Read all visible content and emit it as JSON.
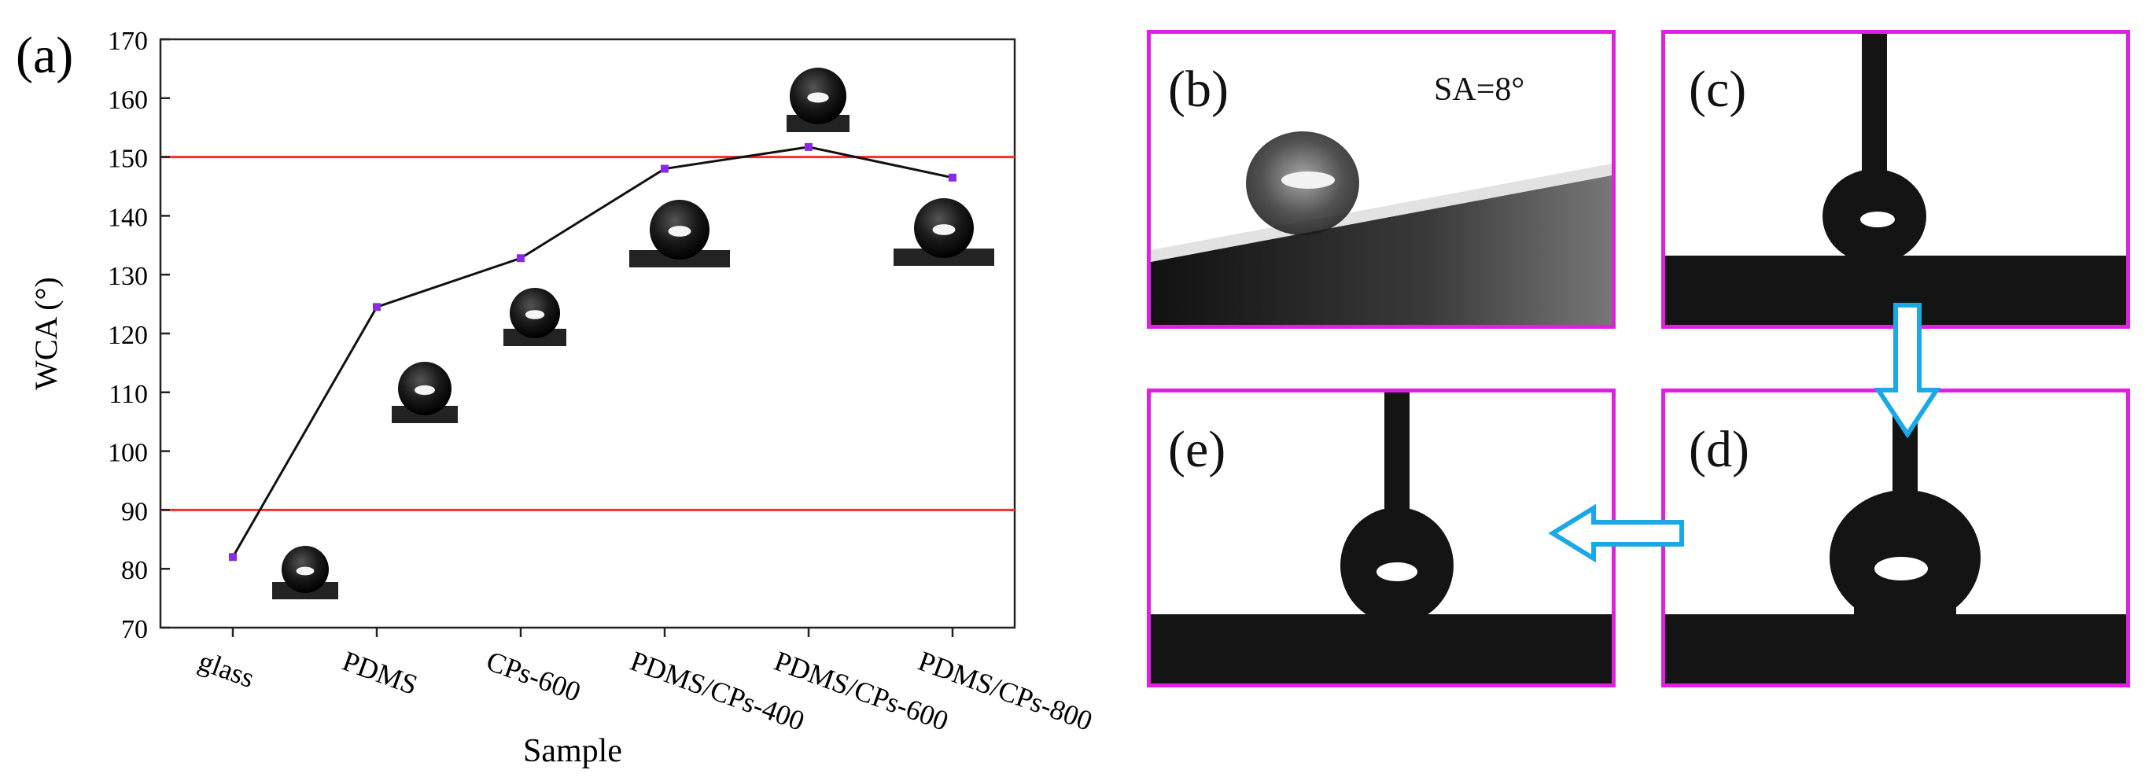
{
  "chart_data": {
    "type": "line",
    "panel_label": "(a)",
    "xlabel": "Sample",
    "ylabel": "WCA (°)",
    "ylim": [
      70,
      170
    ],
    "yticks": [
      70,
      80,
      90,
      100,
      110,
      120,
      130,
      140,
      150,
      160,
      170
    ],
    "categories": [
      "glass",
      "PDMS",
      "CPs-600",
      "PDMS/CPs-400",
      "PDMS/CPs-600",
      "PDMS/CPs-800"
    ],
    "series": [
      {
        "values": [
          82,
          124.5,
          132.8,
          148,
          151.7,
          146.5
        ]
      }
    ],
    "reference_lines": [
      90,
      150
    ],
    "colors": {
      "line": "#111111",
      "marker": "#8a2be2",
      "reference": "#ff2a2a"
    }
  },
  "panels": {
    "b": {
      "label": "(b)",
      "annotation": "SA=8°"
    },
    "c": {
      "label": "(c)"
    },
    "d": {
      "label": "(d)"
    },
    "e": {
      "label": "(e)"
    }
  },
  "colors": {
    "panel_border": "#e31ee3",
    "arrow": "#1aa9e6"
  }
}
